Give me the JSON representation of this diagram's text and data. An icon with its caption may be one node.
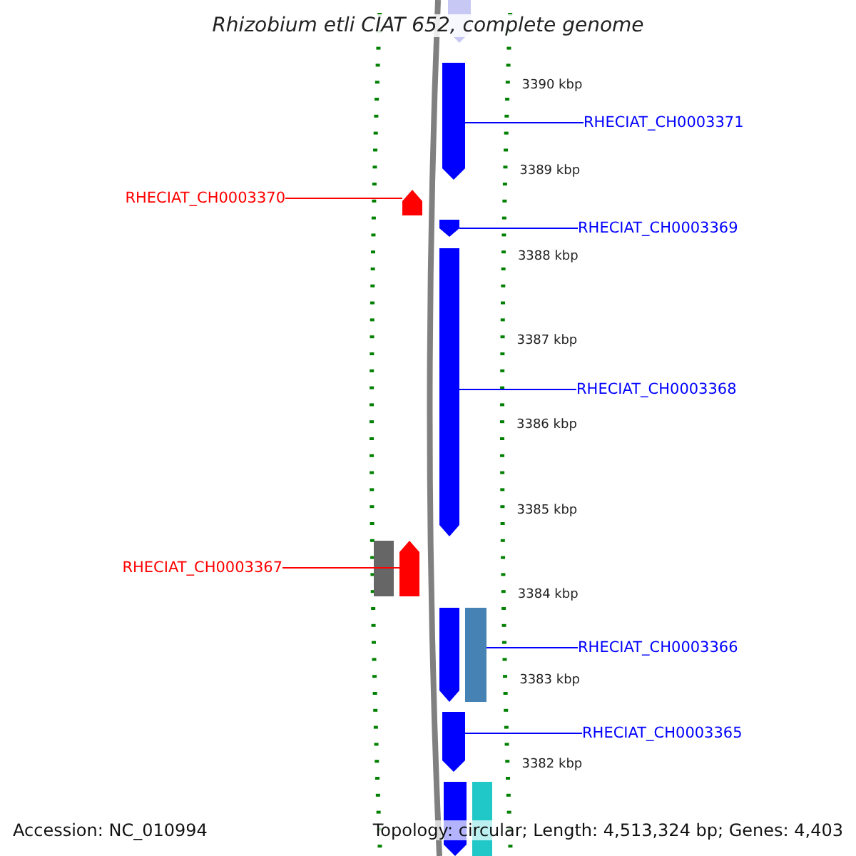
{
  "diagram": {
    "title": "Rhizobium etli CIAT 652, complete genome",
    "nodes": [
      {
        "text": [
          "RHECIAT_CH0003371"
        ]
      },
      {
        "text": [
          "RHECIAT_CH0003370"
        ]
      },
      {
        "text": [
          "RHECIAT_CH0003369"
        ]
      },
      {
        "text": [
          "RHECIAT_CH0003368"
        ]
      },
      {
        "text": [
          "RHECIAT_CH0003367"
        ]
      },
      {
        "text": [
          "RHECIAT_CH0003366"
        ]
      },
      {
        "text": [
          "RHECIAT_CH0003365"
        ]
      },
      {
        "text": [],
        "shape": "arrow"
      },
      {
        "text": [],
        "shape": "arrow"
      },
      {
        "text": [],
        "shape": "arrow"
      },
      {
        "text": [],
        "shape": "arrow"
      },
      {
        "text": [],
        "shape": "arrow"
      },
      {
        "text": [],
        "shape": "arrow"
      },
      {
        "text": [],
        "shape": "arrow"
      },
      {
        "text": [],
        "shape": "arrow"
      },
      {
        "text": [],
        "shape": "arrow"
      },
      {
        "text": [],
        "shape": "arrow"
      },
      {
        "text": [],
        "shape": "arrow"
      },
      {
        "text": [],
        "shape": "arrow"
      }
    ],
    "edges": [
      {
        "from": 0,
        "to": 8,
        "arrow": "none"
      },
      {
        "from": 1,
        "to": 9,
        "arrow": "none",
        "color": "#ff0000"
      },
      {
        "from": 2,
        "to": 10,
        "arrow": "none"
      },
      {
        "from": 3,
        "to": 11,
        "arrow": "none"
      },
      {
        "from": 4,
        "to": 13,
        "arrow": "none",
        "color": "#ff0000"
      },
      {
        "from": 5,
        "to": 15,
        "arrow": "none"
      },
      {
        "from": 6,
        "to": 16,
        "arrow": "none"
      }
    ],
    "labels": [
      "3390 kbp",
      "3389 kbp",
      "3388 kbp",
      "3387 kbp",
      "3386 kbp",
      "3385 kbp",
      "3384 kbp",
      "3383 kbp",
      "3382 kbp",
      "Accession: NC_010994",
      "Topology: circular; Length: 4,513,324 bp; Genes: 4,403"
    ]
  }
}
